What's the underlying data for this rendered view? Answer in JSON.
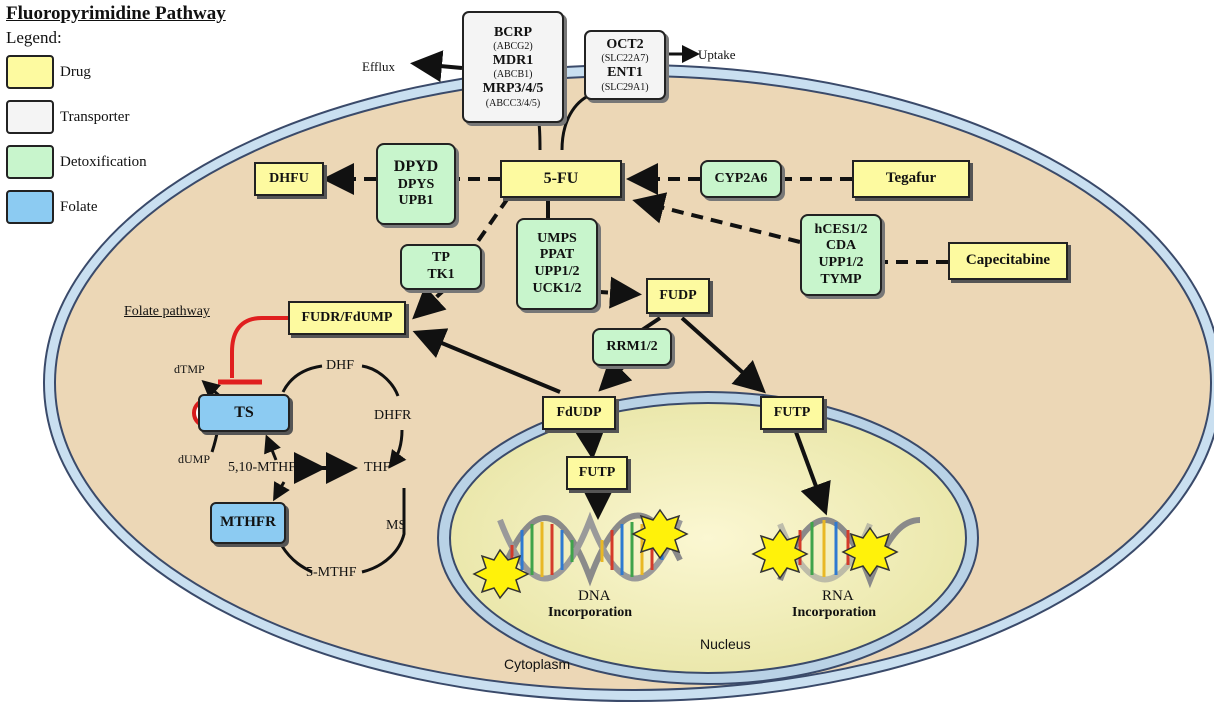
{
  "title": "Fluoropyrimidine Pathway",
  "legend": {
    "heading": "Legend:",
    "items": [
      {
        "label": "Drug",
        "color": "#fdfaa0"
      },
      {
        "label": "Transporter",
        "color": "#f4f4f4"
      },
      {
        "label": "Detoxification",
        "color": "#c8f5cc"
      },
      {
        "label": "Folate",
        "color": "#8ccbf2"
      }
    ]
  },
  "transporters": {
    "efflux": {
      "lines": [
        "BCRP",
        "(ABCG2)",
        "MDR1",
        "(ABCB1)",
        "MRP3/4/5",
        "(ABCC3/4/5)"
      ],
      "arrow_label": "Efflux"
    },
    "uptake": {
      "lines": [
        "OCT2",
        "(SLC22A7)",
        "ENT1",
        "(SLC29A1)"
      ],
      "arrow_label": "Uptake"
    }
  },
  "drugs": {
    "fu": "5-FU",
    "dhfu": "DHFU",
    "tegafur": "Tegafur",
    "capecitabine": "Capecitabine",
    "fudr": "FUDR/FdUMP",
    "fudp": "FUDP",
    "fdudp": "FdUDP",
    "futp_cyto": "FUTP",
    "futp_nuc": "FUTP"
  },
  "detox": {
    "dpyd": [
      "DPYD",
      "DPYS",
      "UPB1"
    ],
    "cyp": [
      "CYP2A6"
    ],
    "tp": [
      "TP",
      "TK1"
    ],
    "umps": [
      "UMPS",
      "PPAT",
      "UPP1/2",
      "UCK1/2"
    ],
    "hces": [
      "hCES1/2",
      "CDA",
      "UPP1/2",
      "TYMP"
    ],
    "rrm": [
      "RRM1/2"
    ]
  },
  "folate": {
    "section_label": "Folate pathway",
    "ts": "TS",
    "mthfr": "MTHFR",
    "labels": {
      "dtmp": "dTMP",
      "dump": "dUMP",
      "dhf": "DHF",
      "dhfr": "DHFR",
      "mthf510": "5,10-MTHF",
      "thf": "THF",
      "ms": "MS",
      "mthf5": "5-MTHF"
    }
  },
  "compartments": {
    "cytoplasm": "Cytoplasm",
    "nucleus": "Nucleus"
  },
  "incorporation": {
    "dna": [
      "DNA",
      "Incorporation"
    ],
    "rna": [
      "RNA",
      "Incorporation"
    ]
  }
}
